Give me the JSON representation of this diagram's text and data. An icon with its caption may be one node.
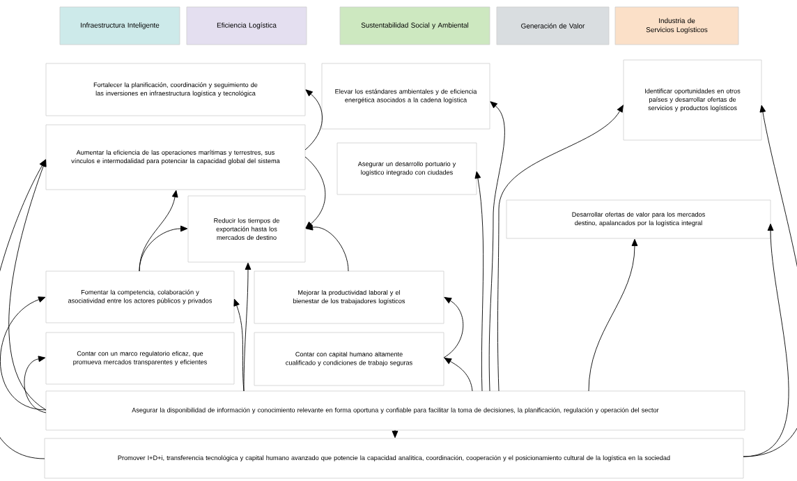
{
  "diagram": {
    "nodes": [
      {
        "text": [
          "Infraestructura Inteligente"
        ]
      },
      {
        "text": [
          "Eficiencia Logística"
        ]
      },
      {
        "text": [
          "Sustentabilidad Social y Ambiental"
        ]
      },
      {
        "text": [
          "Generación de Valor"
        ]
      },
      {
        "text": [
          "Industria de Servicios Logísticos"
        ]
      },
      {
        "text": [
          "Fortalecer la planificación, coordinación y seguimiento de las inversiones en infraestructura logística y tecnológica"
        ]
      },
      {
        "text": [
          "Aumentar la eficiencia de las operaciones marítimas y terrestres, sus vínculos e intermodalidad para potenciar la capacidad global del sistema"
        ]
      },
      {
        "text": [
          "Reducir los tiempos de exportación hasta los mercados de destino"
        ]
      },
      {
        "text": [
          "Elevar los estándares ambientales y de eficiencia energética asociados a la cadena logística"
        ]
      },
      {
        "text": [
          "Asegurar un desarrollo portuario y logístico integrado con ciudades"
        ]
      },
      {
        "text": [
          "Identificar oportunidades en otros países y desarrollar ofertas de servicios y productos logísticos"
        ]
      },
      {
        "text": [
          "Desarrollar ofertas de valor para los mercados destino, apalancados por la logística integral"
        ]
      },
      {
        "text": [
          "Fomentar la competencia, colaboración y asociatividad entre los actores públicos y privados"
        ]
      },
      {
        "text": [
          "Mejorar la productividad laboral y el bienestar de los trabajadores logísticos"
        ]
      },
      {
        "text": [
          "Contar con un marco regulatorio eficaz, que promueva mercados transparentes y eficientes"
        ]
      },
      {
        "text": [
          "Contar con capital humano altamente cualificado y condiciones de trabajo seguras"
        ]
      },
      {
        "text": [
          "Asegurar la disponibilidad de información y conocimiento relevante en forma oportuna y confiable para facilitar la toma de decisiones, la planificación, regulación y operación del sector"
        ]
      },
      {
        "text": [
          "Promover I+D+i, transferencia tecnológica y capital humano avanzado que potencie la capacidad analítica, coordinación, cooperación y el posicionamiento cultural de la logística en la sociedad"
        ]
      }
    ],
    "edges": [
      {
        "from": 6,
        "to": 5,
        "arrow": "to"
      },
      {
        "from": 6,
        "to": 7,
        "arrow": "to"
      },
      {
        "from": 12,
        "to": 6,
        "arrow": "to"
      },
      {
        "from": 12,
        "to": 7,
        "arrow": "to"
      },
      {
        "from": 13,
        "to": 7,
        "arrow": "to"
      },
      {
        "from": 16,
        "to": 7,
        "arrow": "to"
      },
      {
        "from": 16,
        "to": 12,
        "arrow": "to"
      },
      {
        "from": 16,
        "to": 12,
        "arrow": "to"
      },
      {
        "from": 16,
        "to": 14,
        "arrow": "to"
      },
      {
        "from": 16,
        "to": 6,
        "arrow": "to"
      },
      {
        "from": 17,
        "to": 6,
        "arrow": "to"
      },
      {
        "from": 15,
        "to": 13,
        "arrow": "to"
      },
      {
        "from": 16,
        "to": 15,
        "arrow": "to"
      },
      {
        "from": 16,
        "to": 9,
        "arrow": "to"
      },
      {
        "from": 16,
        "to": 8,
        "arrow": "to"
      },
      {
        "from": 16,
        "to": 10,
        "arrow": "to"
      },
      {
        "from": 16,
        "to": 11,
        "arrow": "to"
      },
      {
        "from": 17,
        "to": 10,
        "arrow": "to"
      },
      {
        "from": 17,
        "to": 11,
        "arrow": "to"
      },
      {
        "from": 16,
        "to": 17,
        "arrow": "to"
      }
    ]
  }
}
